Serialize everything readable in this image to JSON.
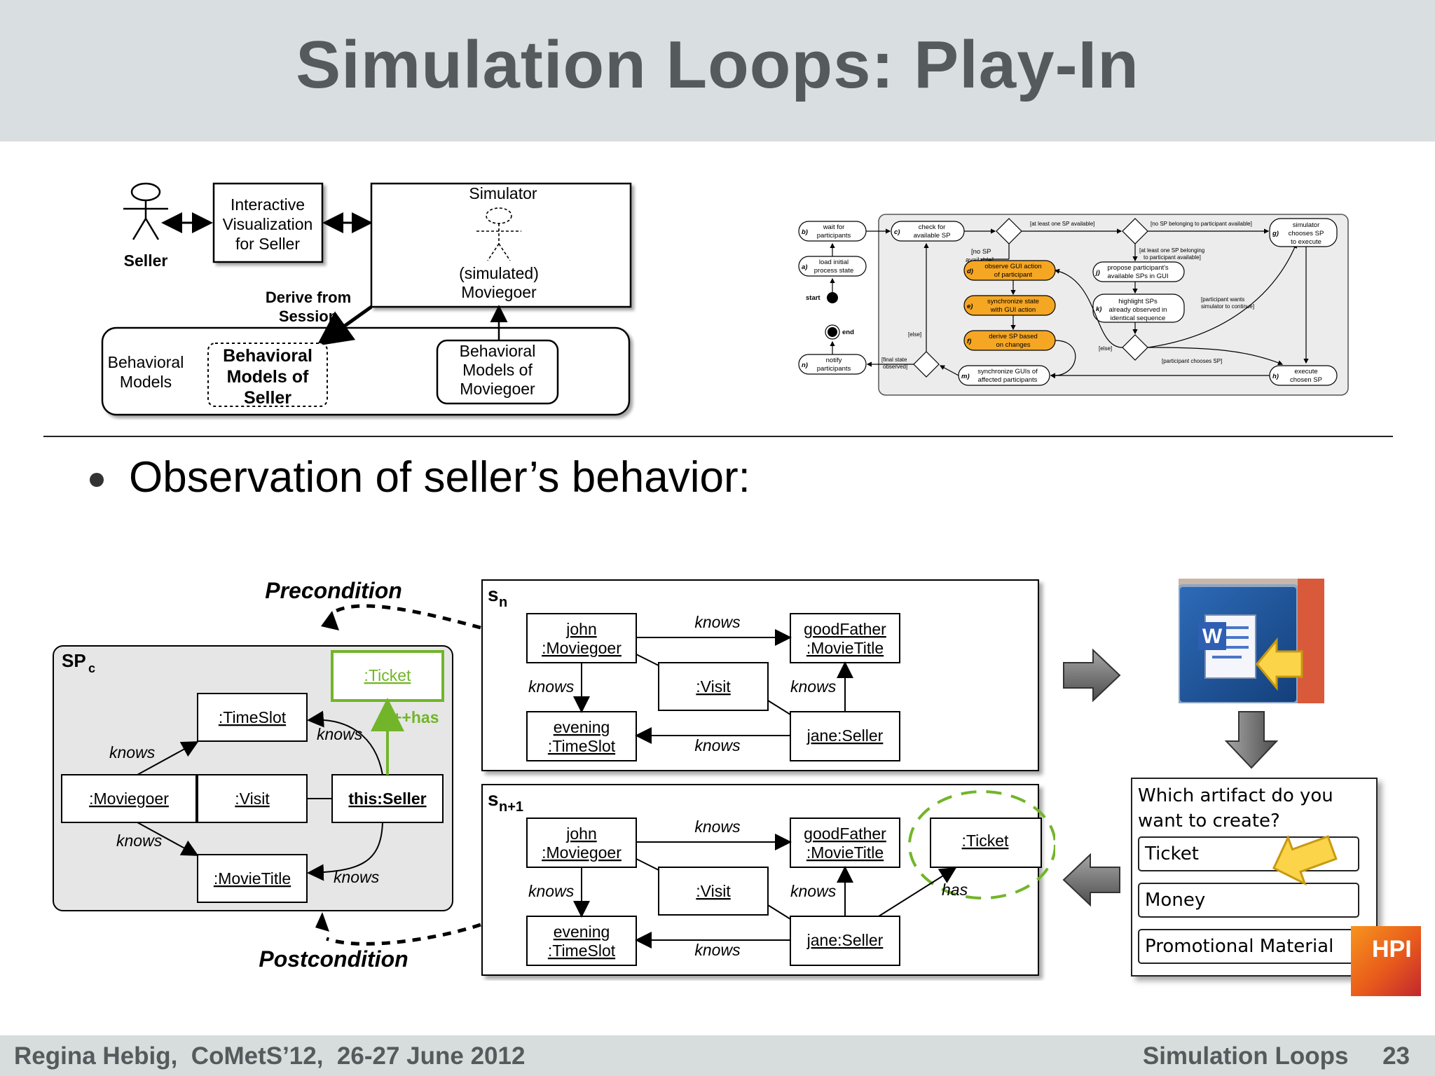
{
  "header": {
    "title": "Simulation Loops: Play-In"
  },
  "architecture": {
    "seller_label": "Seller",
    "interactive_box": [
      "Interactive",
      "Visualization",
      "for Seller"
    ],
    "simulator_label": "Simulator",
    "simulated_moviegoer": [
      "(simulated)",
      "Moviegoer"
    ],
    "derive_label": [
      "Derive from",
      "Session"
    ],
    "behavioral_models": [
      "Behavioral",
      "Models"
    ],
    "behavioral_seller": [
      "Behavioral",
      "Models of",
      "Seller"
    ],
    "behavioral_moviegoer": [
      "Behavioral",
      "Models of",
      "Moviegoer"
    ]
  },
  "activity": {
    "nodes": {
      "a": [
        "load initial",
        "process state"
      ],
      "b": [
        "wait for",
        "participants"
      ],
      "c": [
        "check for",
        "available SP"
      ],
      "d": [
        "observe GUI action",
        "of participant"
      ],
      "e": [
        "synchronize state",
        "with GUI action"
      ],
      "f": [
        "derive SP based",
        "on changes"
      ],
      "g": [
        "simulator",
        "chooses SP",
        "to execute"
      ],
      "h": [
        "execute",
        "chosen SP"
      ],
      "j": [
        "propose participant's",
        "available SPs in GUI"
      ],
      "k": [
        "highlight SPs",
        "already observed in",
        "identical sequence"
      ],
      "m": [
        "synchronize GUIs of",
        "affected participants"
      ],
      "n": [
        "notify",
        "participants"
      ]
    },
    "start_label": "start",
    "end_label": "end",
    "guards": {
      "no_sp": [
        "[no SP",
        "available]"
      ],
      "at_least_one": "[at least one SP available]",
      "no_sp_participant": "[no SP belonging to participant available]",
      "at_least_one_participant": [
        "[at least one SP belonging",
        "to participant available]"
      ],
      "participant_wants": [
        "[participant wants",
        "simulator to continue]"
      ],
      "participant_chooses": "[participant chooses SP]",
      "else1": "[else]",
      "else2": "[else]",
      "final_state": [
        "[final state",
        "observed]"
      ]
    }
  },
  "bullet": {
    "text": "Observation of seller’s behavior:"
  },
  "rule": {
    "precondition": "Precondition",
    "postcondition": "Postcondition",
    "sp_label": "SP",
    "sp_sub": "c",
    "ticket": ":Ticket",
    "timeslot": ":TimeSlot",
    "moviegoer": ":Moviegoer",
    "visit": ":Visit",
    "this_seller": "this:Seller",
    "movietitle": ":MovieTitle",
    "knows": "knows",
    "has": "++has"
  },
  "snapshots": {
    "sn_label": "s",
    "sn_sub": "n",
    "sn1_sub": "n+1",
    "john": [
      "john",
      ":Moviegoer"
    ],
    "goodfather": [
      "goodFather",
      ":MovieTitle"
    ],
    "visit": ":Visit",
    "evening": [
      "evening",
      ":TimeSlot"
    ],
    "jane": "jane:Seller",
    "ticket": ":Ticket",
    "knows": "knows",
    "has": "has"
  },
  "dialog": {
    "question": "Which artifact do you want to create?",
    "options": [
      "Ticket",
      "Money",
      "Promotional Material"
    ]
  },
  "footer": {
    "left": "Regina Hebig,  CoMetS’12,  26-27 June 2012",
    "right": "Simulation Loops     23"
  },
  "logo": {
    "text": "HPI"
  },
  "colors": {
    "header_bg": "#d9dfe0",
    "green": "#72b52a",
    "orange": "#f5a623",
    "footer_bg": "#d7dcdd"
  }
}
